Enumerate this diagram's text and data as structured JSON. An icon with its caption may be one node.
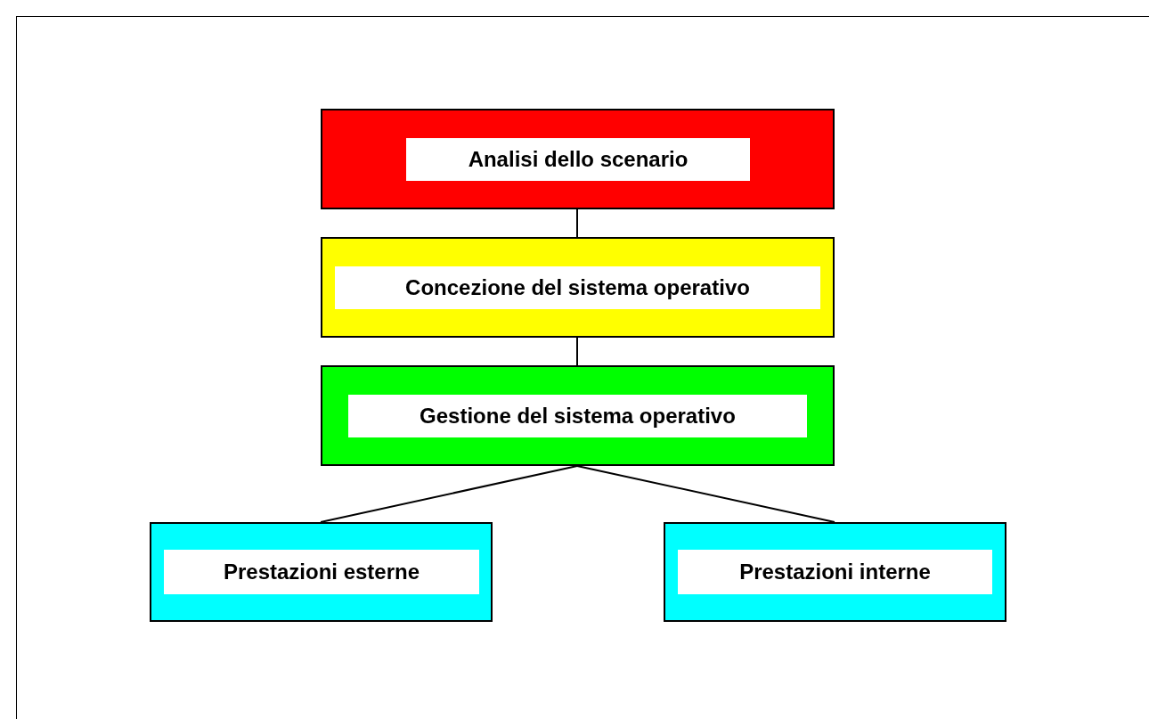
{
  "diagram": {
    "nodes": [
      {
        "text": [
          "Analisi dello scenario"
        ]
      },
      {
        "text": [
          "Concezione del sistema operativo"
        ]
      },
      {
        "text": [
          "Gestione del sistema operativo"
        ]
      },
      {
        "text": [
          "Prestazioni esterne"
        ]
      },
      {
        "text": [
          "Prestazioni interne"
        ]
      }
    ],
    "edges": [
      {
        "from": 0,
        "to": 1,
        "arrow": "none"
      },
      {
        "from": 1,
        "to": 2,
        "arrow": "none"
      },
      {
        "from": 2,
        "to": 3,
        "arrow": "none"
      },
      {
        "from": 2,
        "to": 4,
        "arrow": "none"
      }
    ]
  }
}
